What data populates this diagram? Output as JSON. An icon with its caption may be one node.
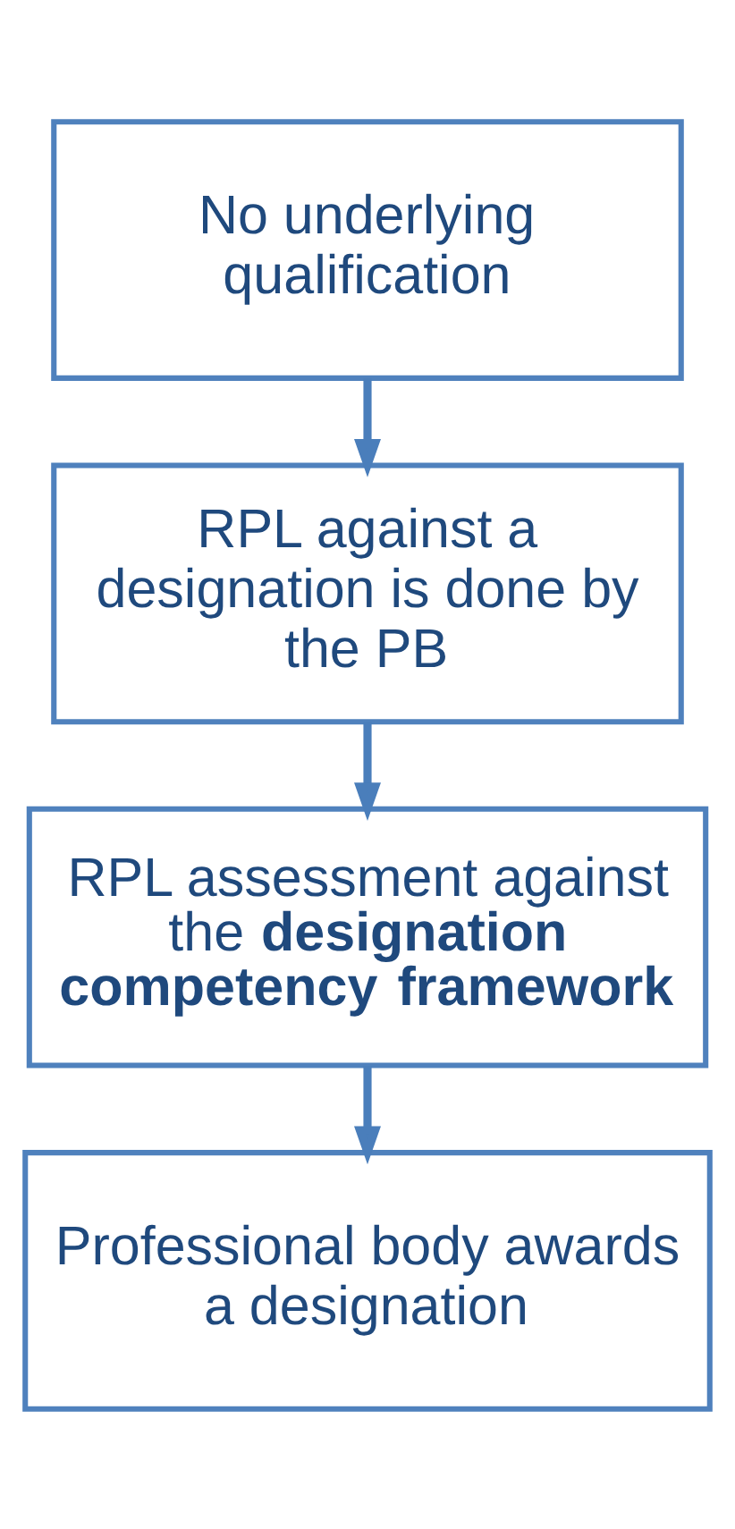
{
  "diagram": {
    "nodes": [
      {
        "text": [
          "No underlying qualification"
        ]
      },
      {
        "text": [
          "RPL against a designation is done by the PB"
        ]
      },
      {
        "text": [
          "RPL assessment against the **designation competency framework**"
        ]
      },
      {
        "text": [
          "Professional body awards a designation"
        ]
      }
    ],
    "edges": [
      {
        "from": 0,
        "to": 1,
        "arrow": "to"
      },
      {
        "from": 1,
        "to": 2,
        "arrow": "to"
      },
      {
        "from": 2,
        "to": 3,
        "arrow": "to"
      }
    ]
  }
}
